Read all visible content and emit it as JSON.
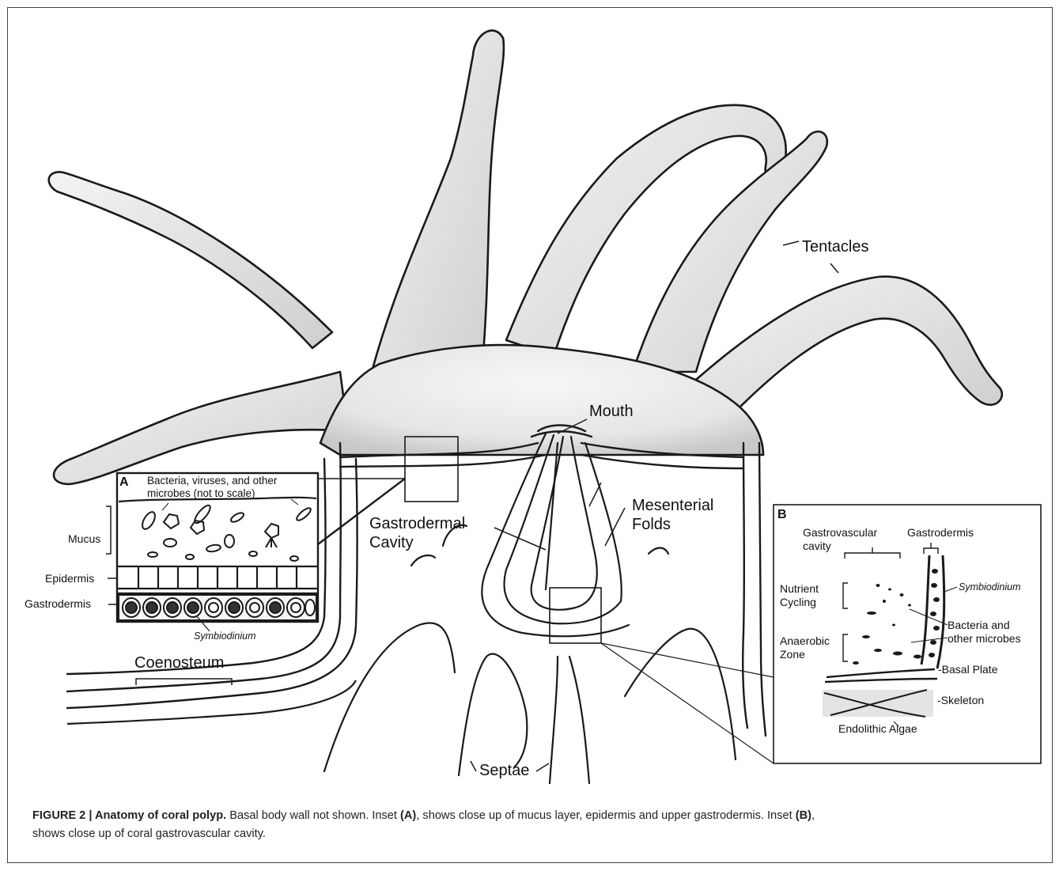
{
  "figure": {
    "labels": {
      "tentacles": "Tentacles",
      "mouth": "Mouth",
      "mesenterial_folds_1": "Mesenterial",
      "mesenterial_folds_2": "Folds",
      "gastrodermal_cavity_1": "Gastrodermal",
      "gastrodermal_cavity_2": "Cavity",
      "coenosteum": "Coenosteum",
      "septae": "Septae"
    },
    "inset_a": {
      "letter": "A",
      "note_1": "Bacteria, viruses, and other",
      "note_2": "microbes (not to scale)",
      "mucus": "Mucus",
      "epidermis": "Epidermis",
      "gastrodermis": "Gastrodermis",
      "symbiodinium": "Symbiodinium"
    },
    "inset_b": {
      "letter": "B",
      "gastrovascular_1": "Gastrovascular",
      "gastrovascular_2": "cavity",
      "gastrodermis": "Gastrodermis",
      "symbiodinium": "Symbiodinium",
      "nutrient_1": "Nutrient",
      "nutrient_2": "Cycling",
      "bacteria_1": "Bacteria and",
      "bacteria_2": "other microbes",
      "anaerobic_1": "Anaerobic",
      "anaerobic_2": "Zone",
      "basal_plate": "-Basal Plate",
      "skeleton": "-Skeleton",
      "endolithic": "Endolithic Algae"
    }
  },
  "caption": {
    "lead": "FIGURE 2 | Anatomy of coral polyp.",
    "text_1": " Basal body wall not shown. Inset ",
    "ref_a": "(A)",
    "text_2": ", shows close up of mucus layer, epidermis and upper gastrodermis. Inset ",
    "ref_b": "(B)",
    "text_3": ",",
    "text_4": "shows close up of coral gastrovascular cavity."
  },
  "colors": {
    "ink": "#1a1a1a",
    "body_fill": "#ececec",
    "shade": "#b8b8b8",
    "frame": "#444444"
  }
}
